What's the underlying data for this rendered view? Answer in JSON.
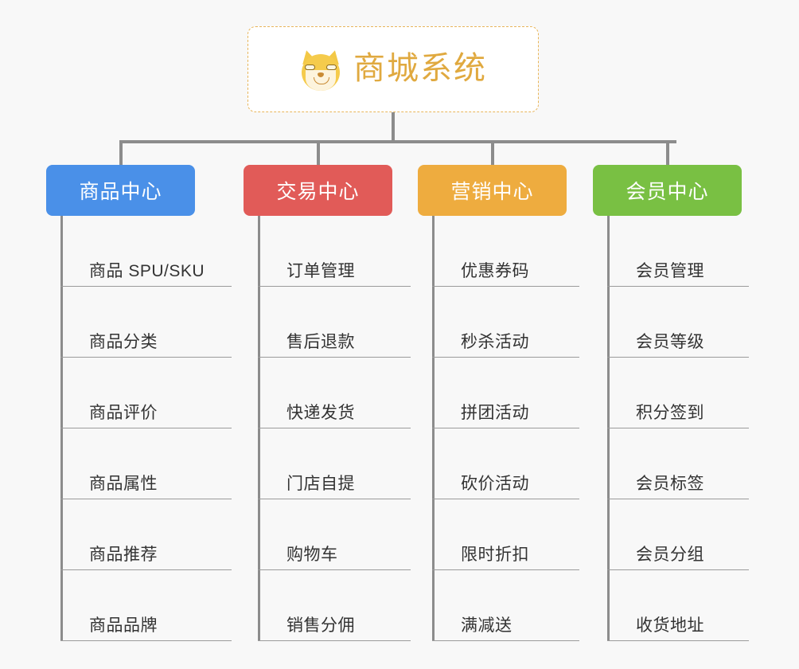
{
  "page": {
    "background_color": "#f8f8f8",
    "line_color": "#8c8c8c"
  },
  "root": {
    "title": "商城系统",
    "icon": "shiba-dog-face-emoji",
    "title_color": "#e0a93f",
    "border_color": "#e8b55a",
    "background_color": "#ffffff"
  },
  "branches": [
    {
      "label": "商品中心",
      "color": "#4a90e8",
      "items": [
        "商品 SPU/SKU",
        "商品分类",
        "商品评价",
        "商品属性",
        "商品推荐",
        "商品品牌"
      ]
    },
    {
      "label": "交易中心",
      "color": "#e15b58",
      "items": [
        "订单管理",
        "售后退款",
        "快递发货",
        "门店自提",
        "购物车",
        "销售分佣"
      ]
    },
    {
      "label": "营销中心",
      "color": "#eeac3f",
      "items": [
        "优惠券码",
        "秒杀活动",
        "拼团活动",
        "砍价活动",
        "限时折扣",
        "满减送"
      ]
    },
    {
      "label": "会员中心",
      "color": "#79c043",
      "items": [
        "会员管理",
        "会员等级",
        "积分签到",
        "会员标签",
        "会员分组",
        "收货地址"
      ]
    }
  ]
}
